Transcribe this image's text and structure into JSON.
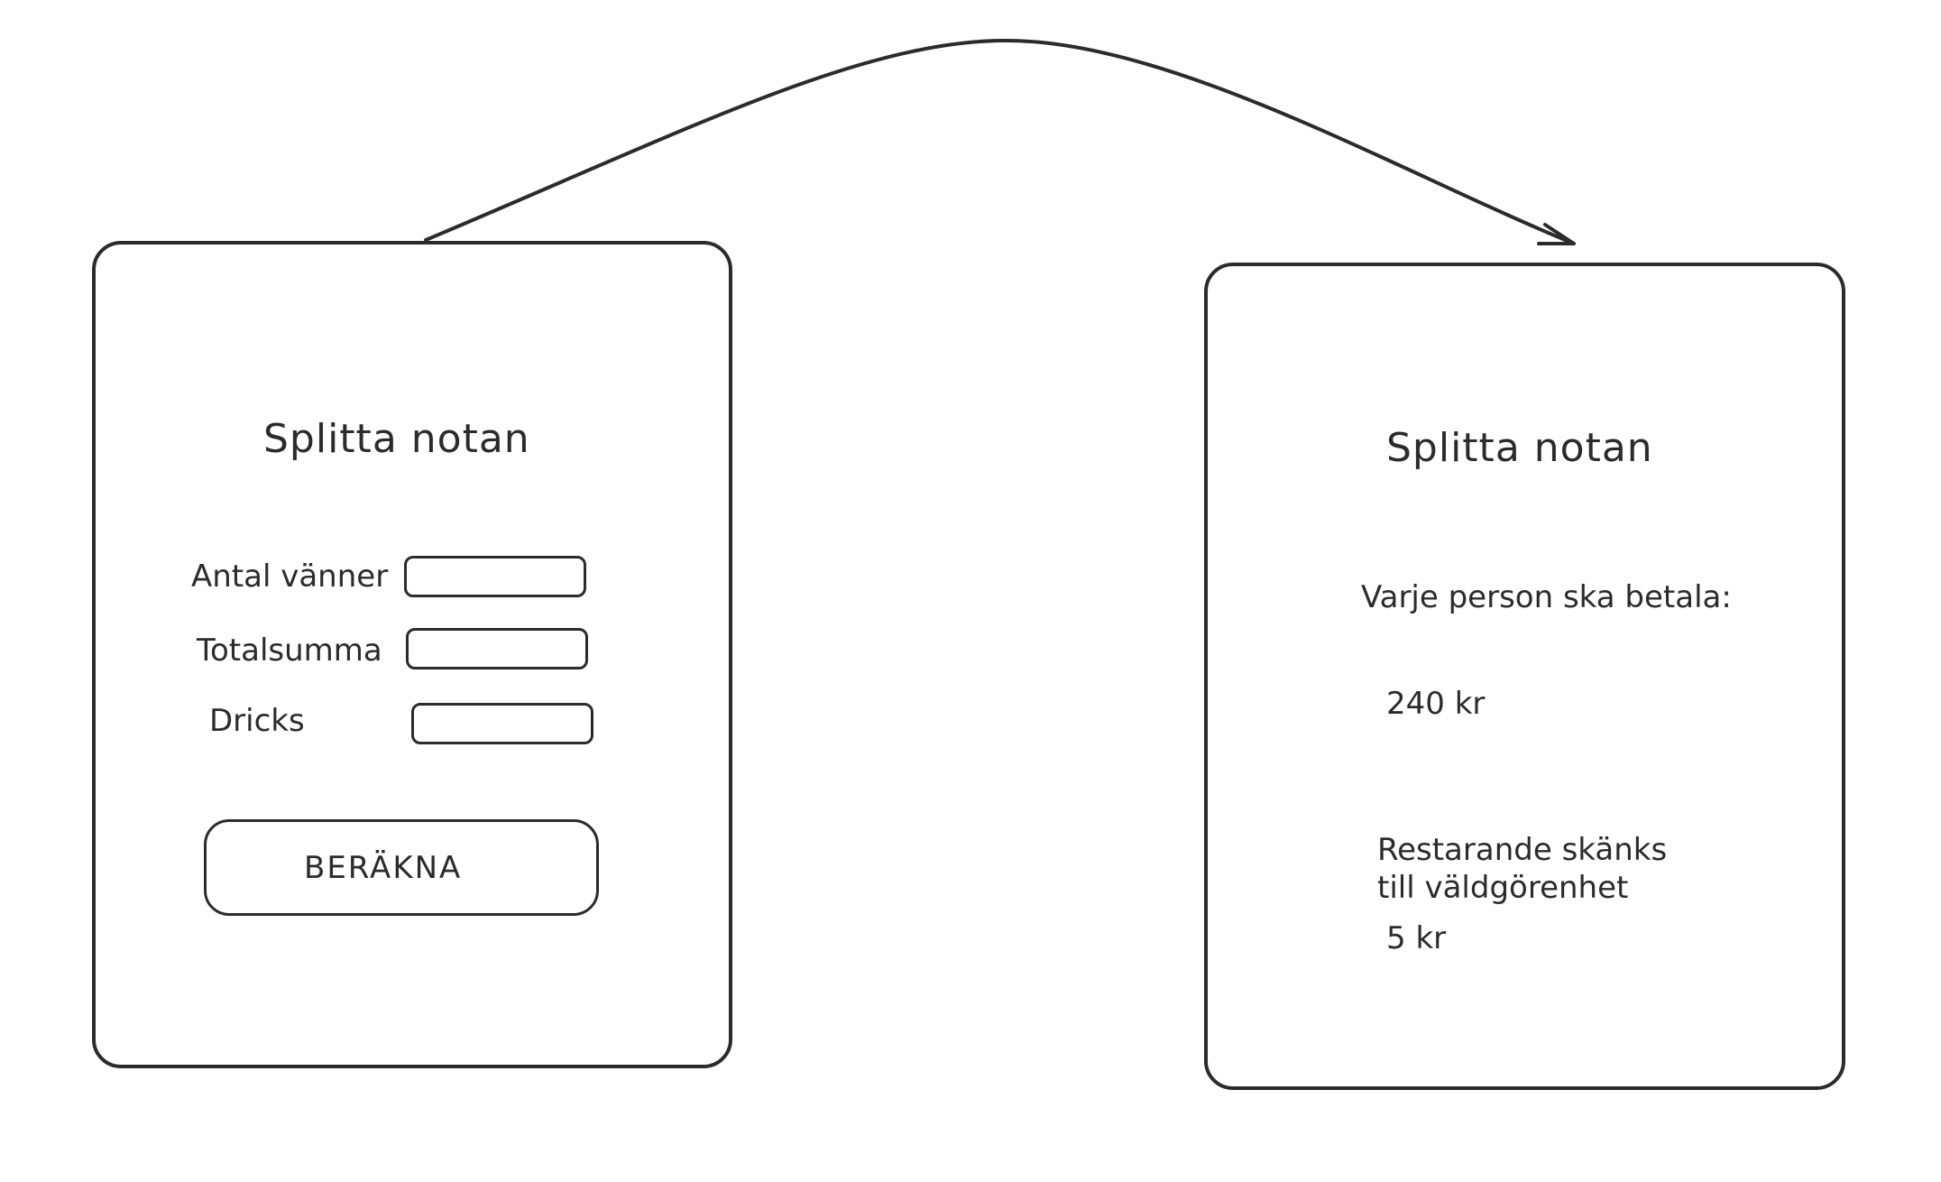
{
  "input_screen": {
    "title": "Splitta notan",
    "fields": [
      {
        "label": "Antal vänner",
        "value": "",
        "placeholder": ""
      },
      {
        "label": "Totalsumma",
        "value": "",
        "placeholder": ""
      },
      {
        "label": "Dricks",
        "value": "",
        "placeholder": ""
      }
    ],
    "button_label": "BERÄKNA"
  },
  "result_screen": {
    "title": "Splitta notan",
    "per_person_label": "Varje person ska betala:",
    "per_person_amount": "240 kr",
    "remainder_label_line1": "Restarande skänks",
    "remainder_label_line2": "till väldgörenhet",
    "remainder_amount": "5 kr"
  },
  "colors": {
    "stroke": "#2b2b2b",
    "background": "#ffffff"
  }
}
